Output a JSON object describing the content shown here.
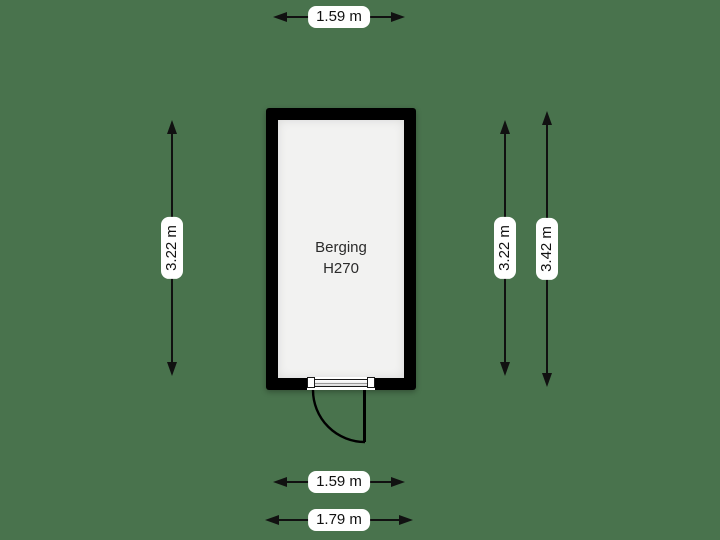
{
  "canvas": {
    "background_color": "#49734d"
  },
  "room": {
    "name": "Berging",
    "height_code": "H270",
    "wall_color": "#000000",
    "floor_color": "#f2f2f1"
  },
  "dimensions": {
    "top_width": {
      "label": "1.59 m"
    },
    "left_height": {
      "label": "3.22 m"
    },
    "right_inner_height": {
      "label": "3.22 m"
    },
    "right_outer_height": {
      "label": "3.42 m"
    },
    "bottom_inner_width": {
      "label": "1.59 m"
    },
    "bottom_outer_width": {
      "label": "1.79 m"
    }
  },
  "colors": {
    "dimension_line": "#111111",
    "label_background": "#ffffff"
  }
}
